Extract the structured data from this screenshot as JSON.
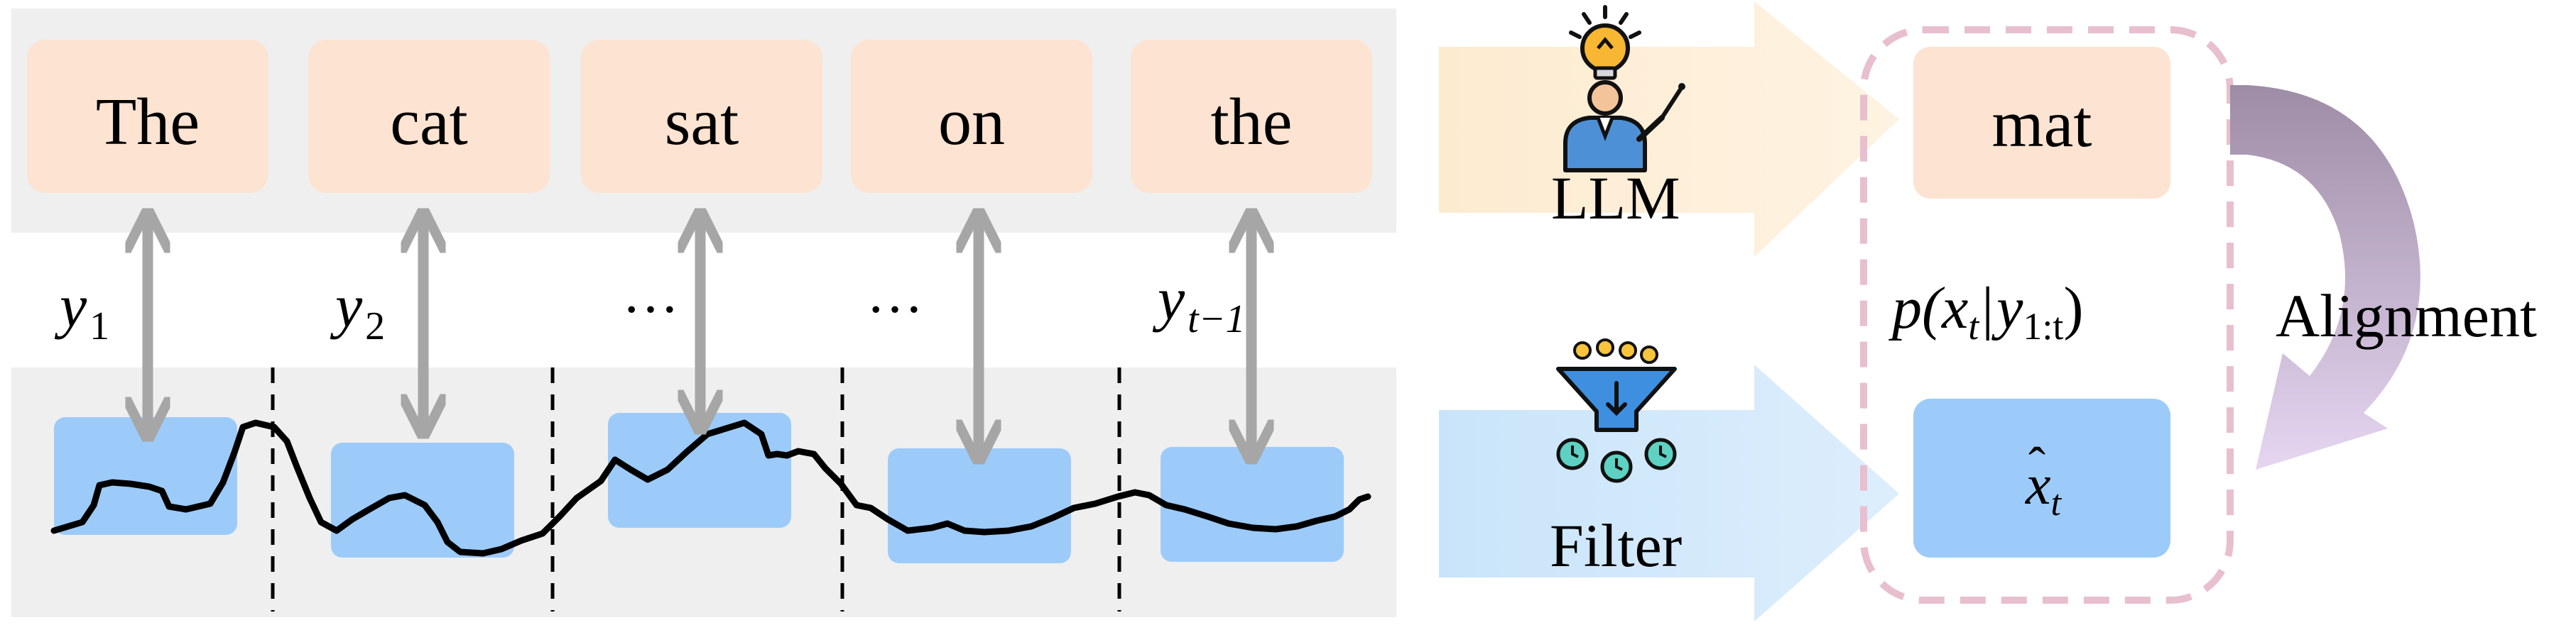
{
  "tokens": [
    {
      "label": "The"
    },
    {
      "label": "cat"
    },
    {
      "label": "sat"
    },
    {
      "label": "on"
    },
    {
      "label": "the"
    }
  ],
  "observations": [
    {
      "symbol": "y",
      "sub": "1"
    },
    {
      "symbol": "y",
      "sub": "2"
    },
    {
      "dots": "…"
    },
    {
      "dots": "…"
    },
    {
      "symbol": "y",
      "sub": "t−1"
    }
  ],
  "predicted_token": "mat",
  "llm_label": "LLM",
  "filter_label": "Filter",
  "alignment_label": "Alignment",
  "posterior": {
    "prefix": "p(",
    "var": "x",
    "var_sub": "t",
    "bar": "|",
    "cond": "y",
    "cond_sub": "1:t",
    "suffix": ")"
  },
  "state_estimate": {
    "var": "x",
    "hat": "ˆ",
    "sub": "t"
  },
  "colors": {
    "token_box": "#fde3d1",
    "band": "#efefef",
    "state_box": "#9ccbfa",
    "arrow_gray": "#a6a6a6",
    "llm_arrow": "#fdebd0",
    "filter_arrow": "#cfe7fb",
    "dashed_frame": "#e8bfcf",
    "alignment_arrow_top": "#9e8ca6",
    "alignment_arrow_bottom": "#e3d4ef",
    "curve": "#000000"
  },
  "icons": {
    "llm": "teacher-lightbulb-icon",
    "filter": "funnel-filter-icon"
  }
}
